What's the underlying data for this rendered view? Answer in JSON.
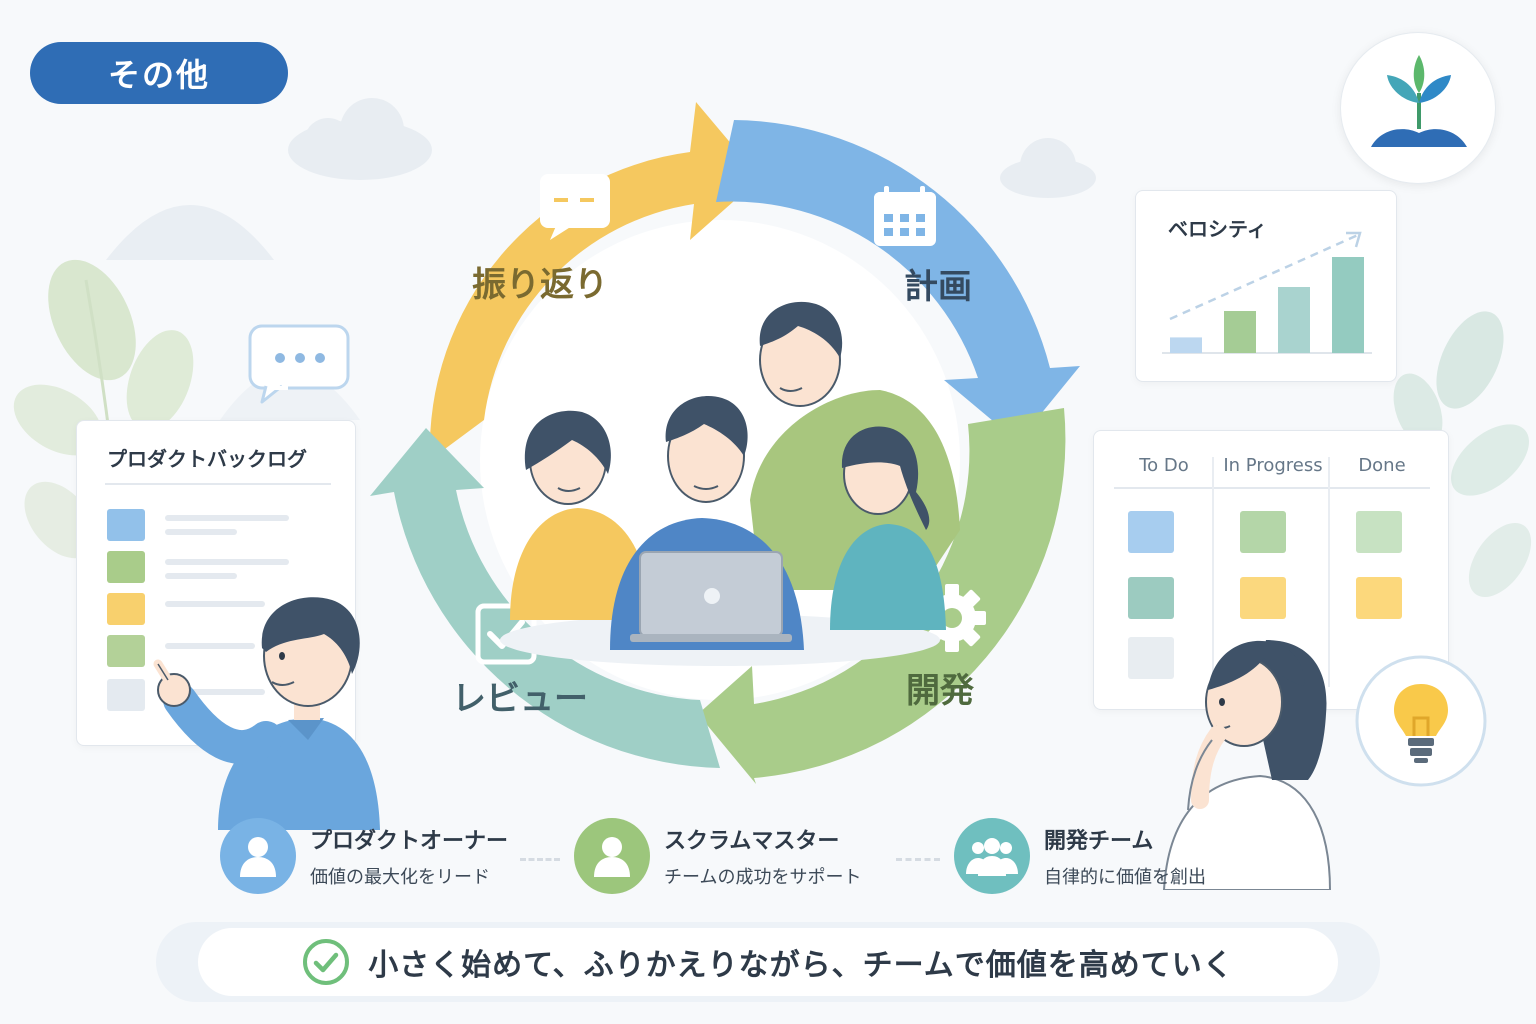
{
  "badge": {
    "label": "その他"
  },
  "cycle": {
    "stages": [
      {
        "key": "retro",
        "label": "振り返り",
        "color": "#f5c85f"
      },
      {
        "key": "plan",
        "label": "計画",
        "color": "#7fb5e6"
      },
      {
        "key": "dev",
        "label": "開発",
        "color": "#a9cc8a"
      },
      {
        "key": "review",
        "label": "レビュー",
        "color": "#9fcfc6"
      }
    ]
  },
  "backlog": {
    "title": "プロダクトバックログ",
    "items": [
      {
        "color": "#92c1ea"
      },
      {
        "color": "#a9cc8a"
      },
      {
        "color": "#f8d06d"
      },
      {
        "color": "#b3d198"
      },
      {
        "color": "#e4eaf0"
      }
    ]
  },
  "velocity": {
    "title": "ベロシティ",
    "bars": [
      0.13,
      0.35,
      0.55,
      0.8
    ],
    "colors": [
      "#bcd7f0",
      "#a5cc95",
      "#a9d3cf",
      "#94cbc0"
    ]
  },
  "kanban": {
    "columns": [
      {
        "label": "To Do",
        "notes": [
          "#a7cdef",
          "#9ccbc0",
          "#e8edf1"
        ]
      },
      {
        "label": "In Progress",
        "notes": [
          "#b4d6a8",
          "#fbd87e"
        ]
      },
      {
        "label": "Done",
        "notes": [
          "#c7e2c2",
          "#fcd87c"
        ]
      }
    ]
  },
  "roles": [
    {
      "title": "プロダクトオーナー",
      "subtitle": "価値の最大化をリード",
      "color": "#79b3e5",
      "icon": "person-icon"
    },
    {
      "title": "スクラムマスター",
      "subtitle": "チームの成功をサポート",
      "color": "#9cc67c",
      "icon": "person-icon"
    },
    {
      "title": "開発チーム",
      "subtitle": "自律的に価値を創出",
      "color": "#6fbfbf",
      "icon": "group-icon"
    }
  ],
  "banner": {
    "text": "小さく始めて、ふりかえりながら、チームで価値を高めていく"
  }
}
